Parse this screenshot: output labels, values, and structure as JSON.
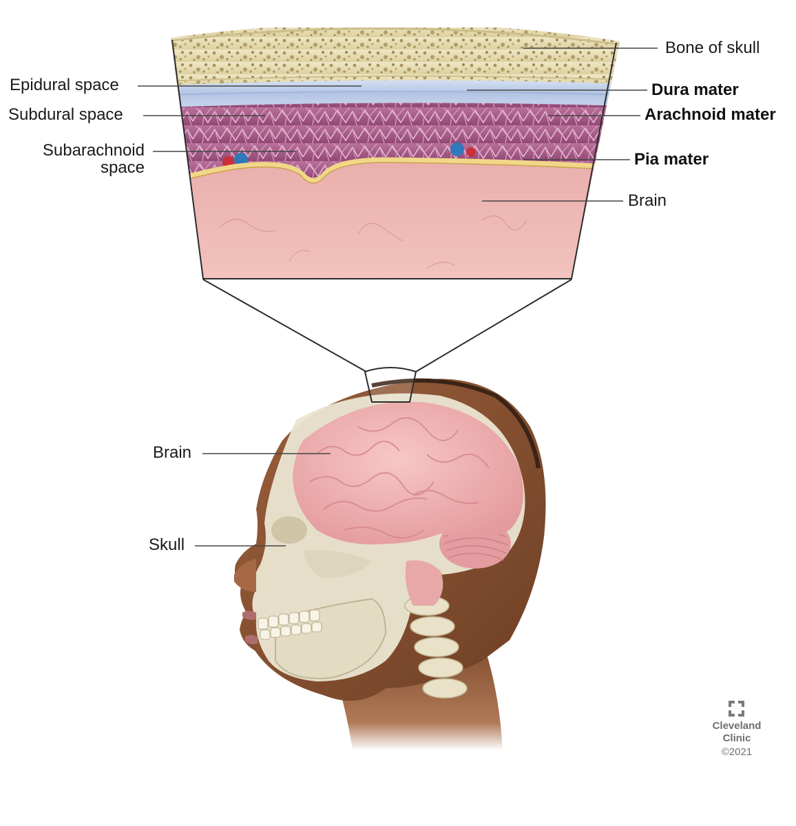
{
  "diagram": {
    "inset_labels": {
      "bone_of_skull": "Bone of skull",
      "epidural_space": "Epidural space",
      "dura_mater": "Dura mater",
      "subdural_space": "Subdural space",
      "arachnoid_mater": "Arachnoid mater",
      "subarachnoid_space_line1": "Subarachnoid",
      "subarachnoid_space_line2": "space",
      "pia_mater": "Pia mater",
      "brain": "Brain"
    },
    "head_labels": {
      "brain": "Brain",
      "skull": "Skull"
    }
  },
  "branding": {
    "name_line1": "Cleveland",
    "name_line2": "Clinic",
    "year": "©2021"
  },
  "colors": {
    "bone": "#e6dcb3",
    "dura": "#b9c9e4",
    "arachnoid": "#a65a86",
    "pia": "#f3dd8a",
    "brain_tissue": "#e3a2a3",
    "brain_gyri": "#f0b5b5",
    "skull": "#eae5cf",
    "skin": "#8a5433"
  }
}
